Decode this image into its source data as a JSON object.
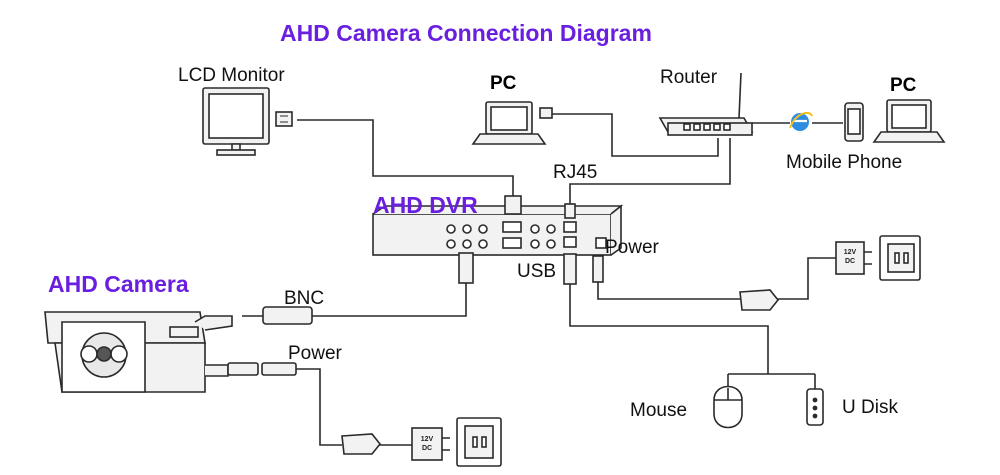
{
  "title": "AHD Camera Connection Diagram",
  "colors": {
    "accent": "#6a1fe0",
    "line": "#2a2a2a",
    "device_fill": "#f2f2f2"
  },
  "labels": {
    "lcd_monitor": "LCD Monitor",
    "pc_left": "PC",
    "router": "Router",
    "pc_right": "PC",
    "mobile_phone": "Mobile Phone",
    "rj45": "RJ45",
    "ahd_dvr": "AHD DVR",
    "dvr_power": "Power",
    "usb": "USB",
    "ahd_camera": "AHD Camera",
    "bnc": "BNC",
    "camera_power": "Power",
    "mouse": "Mouse",
    "u_disk": "U Disk"
  },
  "adapter_text": {
    "line1": "12V",
    "line2": "DC"
  },
  "icons": [
    "monitor-icon",
    "laptop-icon",
    "router-icon",
    "internet-explorer-icon",
    "mobile-phone-icon",
    "dvr-icon",
    "camera-icon",
    "power-adapter-icon",
    "wall-socket-icon",
    "mouse-icon",
    "usb-disk-icon"
  ]
}
